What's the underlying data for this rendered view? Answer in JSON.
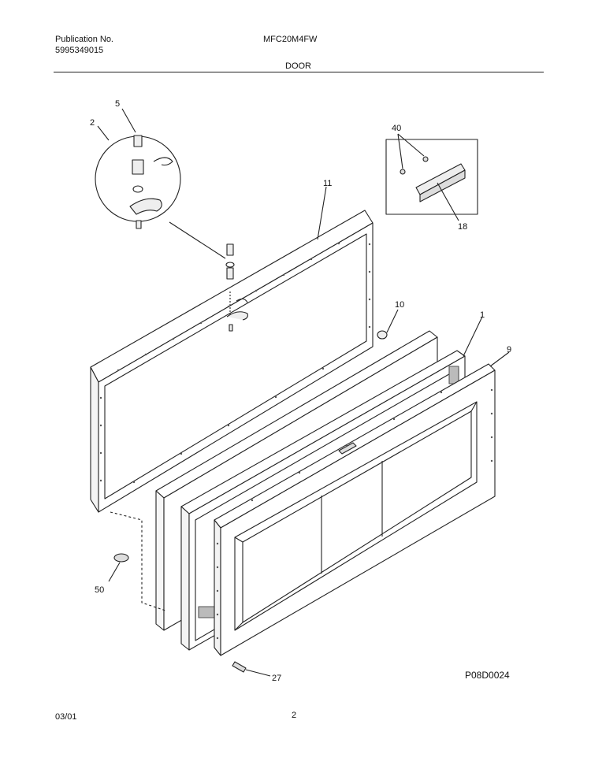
{
  "header": {
    "publication_label": "Publication No.",
    "publication_number": "5995349015",
    "model": "MFC20M4FW",
    "section_title": "DOOR"
  },
  "callouts": {
    "c1": "1",
    "c2": "2",
    "c5": "5",
    "c9": "9",
    "c10": "10",
    "c11": "11",
    "c18": "18",
    "c27": "27",
    "c40": "40",
    "c50": "50"
  },
  "footer": {
    "reference_code": "P08D0024",
    "date": "03/01",
    "page_number": "2"
  }
}
